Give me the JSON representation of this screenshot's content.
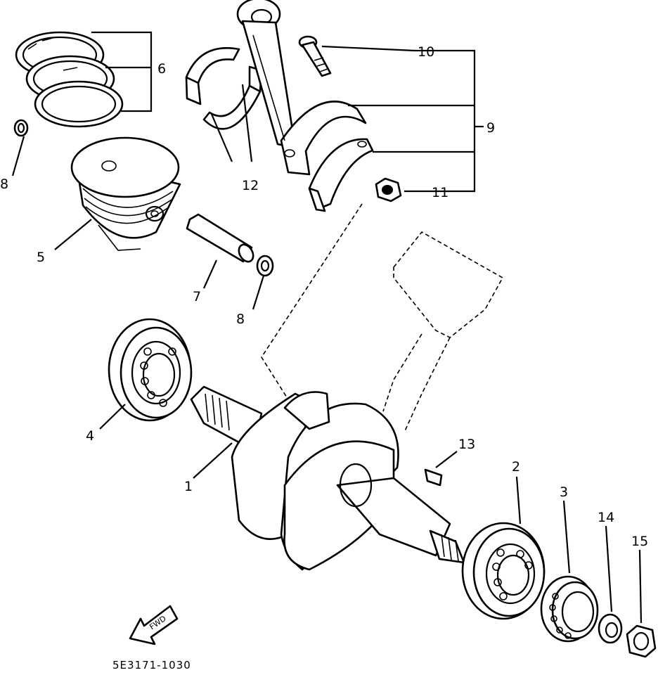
{
  "diagram": {
    "drawing_code": "5E3171-1030",
    "fwd_label": "FWD",
    "callouts": {
      "c1": "1",
      "c2": "2",
      "c3": "3",
      "c4": "4",
      "c5": "5",
      "c6": "6",
      "c7": "7",
      "c8a": "8",
      "c8b": "8",
      "c9": "9",
      "c10": "10",
      "c11": "11",
      "c12": "12",
      "c13": "13",
      "c14": "14",
      "c15": "15"
    }
  }
}
